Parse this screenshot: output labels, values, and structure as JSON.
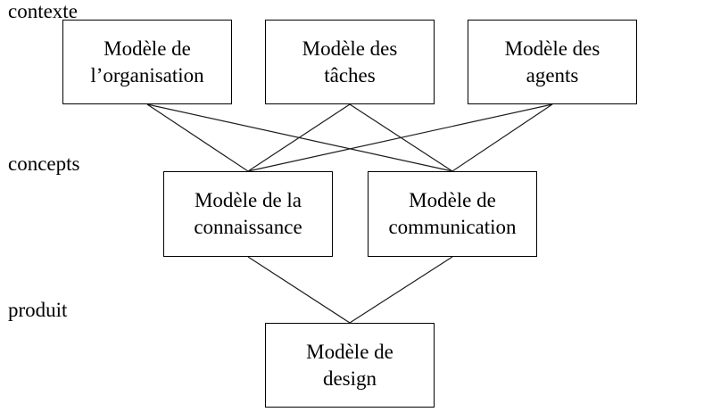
{
  "diagram": {
    "colors": {
      "background": "#ffffff",
      "line": "#1c1c1c",
      "text": "#000000",
      "box_border": "#000000"
    },
    "row_labels": [
      {
        "id": "contexte",
        "text": "contexte"
      },
      {
        "id": "concepts",
        "text": "concepts"
      },
      {
        "id": "produit",
        "text": "produit"
      }
    ],
    "boxes": [
      {
        "id": "organisation",
        "level": "contexte",
        "label": "Modèle de\nl’organisation"
      },
      {
        "id": "taches",
        "level": "contexte",
        "label": "Modèle des\ntâches"
      },
      {
        "id": "agents",
        "level": "contexte",
        "label": "Modèle des\nagents"
      },
      {
        "id": "connaissance",
        "level": "concepts",
        "label": "Modèle de la\nconnaissance"
      },
      {
        "id": "communication",
        "level": "concepts",
        "label": "Modèle de\ncommunication"
      },
      {
        "id": "design",
        "level": "produit",
        "label": "Modèle de\ndesign"
      }
    ],
    "edges": [
      {
        "from": "organisation",
        "to": "connaissance"
      },
      {
        "from": "organisation",
        "to": "communication"
      },
      {
        "from": "taches",
        "to": "connaissance"
      },
      {
        "from": "taches",
        "to": "communication"
      },
      {
        "from": "agents",
        "to": "connaissance"
      },
      {
        "from": "agents",
        "to": "communication"
      },
      {
        "from": "connaissance",
        "to": "design"
      },
      {
        "from": "communication",
        "to": "design"
      }
    ]
  }
}
